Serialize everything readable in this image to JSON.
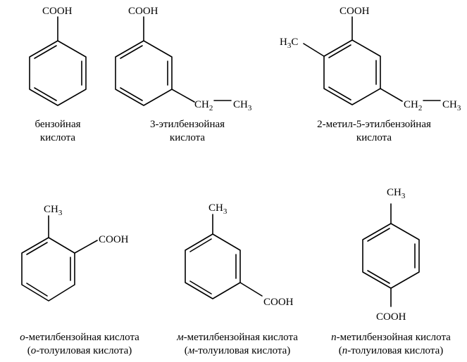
{
  "groups": {
    "cooh": "COOH",
    "ch": "CH",
    "c": "C",
    "h": "H",
    "sub_2": "2",
    "sub_3": "3"
  },
  "captions": {
    "benzoic": {
      "line1": "бензойная",
      "line2": "кислота"
    },
    "ethylbenzoic": {
      "line1": "3-этилбензойная",
      "line2": "кислота"
    },
    "methylethylbenzoic": {
      "line1": "2-метил-5-этилбензойная",
      "line2": "кислота"
    },
    "ortho": {
      "prefix": "о",
      "line1_rest": "-метилбензойная кислота",
      "line2_open": "(",
      "line2_rest": "-толуиловая кислота)"
    },
    "meta": {
      "prefix": "м",
      "line1_rest": "-метилбензойная кислота",
      "line2_open": "(",
      "line2_rest": "-толуиловая кислота)"
    },
    "para": {
      "prefix": "п",
      "line1_rest": "-метилбензойная кислота",
      "line2_open": "(",
      "line2_rest": "-толуиловая кислота)"
    }
  }
}
